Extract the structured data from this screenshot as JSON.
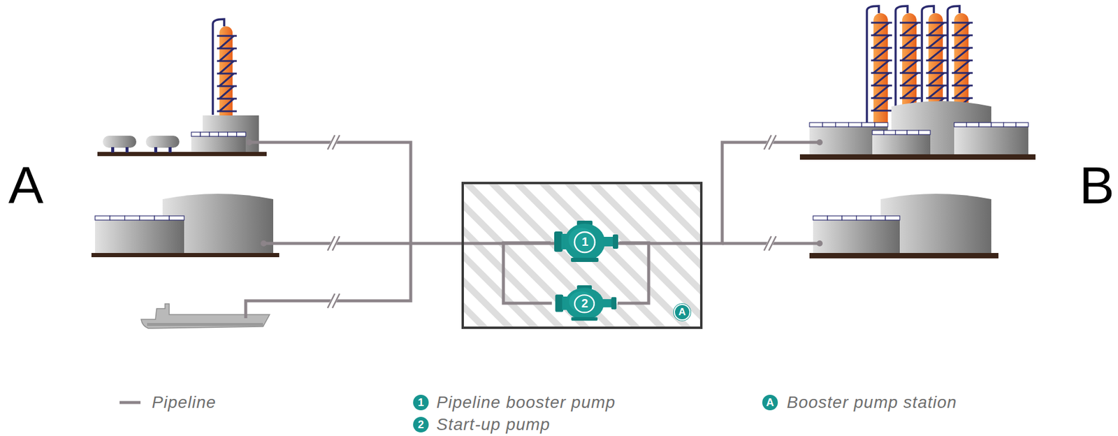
{
  "diagram": {
    "nodes": [
      {
        "text": [
          "A"
        ]
      },
      {
        "text": [
          "1"
        ],
        "in": 0
      },
      {
        "text": [
          "2"
        ],
        "in": 0
      }
    ],
    "edges": [
      {
        "from": 1,
        "to": 2,
        "arrow": "none"
      },
      {
        "from": 1,
        "to": 2,
        "arrow": "none"
      }
    ],
    "labels": [
      "A",
      "B",
      "1",
      "2",
      "A"
    ],
    "legend": [
      {
        "text": "Pipeline"
      },
      {
        "text": "Pipeline booster pump"
      },
      {
        "text": "Start-up pump"
      },
      {
        "text": "Booster pump station"
      }
    ]
  }
}
